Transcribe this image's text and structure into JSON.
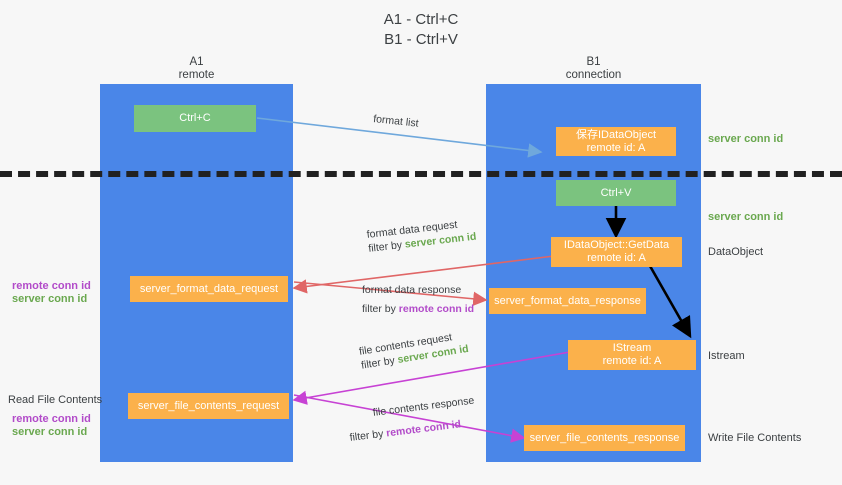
{
  "title": "A1 - Ctrl+C\nB1 - Ctrl+V",
  "lanes": [
    {
      "id": "a1",
      "name": "A1",
      "role": "remote",
      "header": "A1\nremote"
    },
    {
      "id": "b1",
      "name": "B1",
      "role": "connection",
      "header": "B1\nconnection"
    }
  ],
  "colors": {
    "lane": "#4a86e8",
    "green_box": "#7bc37f",
    "orange_box": "#fbb14b",
    "server_conn_id": "#6aa84f",
    "remote_conn_id": "#b24bc9",
    "arrow_blue": "#6fa8dc",
    "arrow_red": "#e06666",
    "arrow_black": "#000000",
    "arrow_magenta": "#c742d4",
    "background": "#f7f7f7",
    "text": "#3c4043"
  },
  "nodes": {
    "ctrl_c": "Ctrl+C",
    "save_idataobject": "保存IDataObject\nremote id: A",
    "ctrl_v": "Ctrl+V",
    "getdata": "IDataObject::GetData\nremote id: A",
    "server_format_data_request": "server_format_data_request",
    "server_format_data_response": "server_format_data_response",
    "istream": "IStream\nremote id: A",
    "server_file_contents_request": "server_file_contents_request",
    "server_file_contents_response": "server_file_contents_response"
  },
  "right_labels": {
    "server_conn_id_1": "server conn id",
    "server_conn_id_2": "server conn id",
    "dataobject": "DataObject",
    "istream": "Istream",
    "write_file_contents": "Write File Contents"
  },
  "left_labels": {
    "remote_conn_id_1": "remote conn id",
    "server_conn_id_1": "server conn id",
    "read_file_contents": "Read File Contents",
    "remote_conn_id_2": "remote conn id",
    "server_conn_id_2": "server conn id"
  },
  "wire_labels": {
    "format_list": "format list",
    "format_data_request": "format data request",
    "format_data_request_filter_prefix": "filter by ",
    "format_data_request_filter_value": "server conn id",
    "format_data_response": "format data response",
    "format_data_response_filter_prefix": "filter by ",
    "format_data_response_filter_value": "remote conn id",
    "file_contents_request": "file contents request",
    "file_contents_request_filter_prefix": "filter by ",
    "file_contents_request_filter_value": "server conn id",
    "file_contents_response": "file contents response",
    "file_contents_response_filter_prefix": "filter by ",
    "file_contents_response_filter_value": "remote conn id"
  }
}
